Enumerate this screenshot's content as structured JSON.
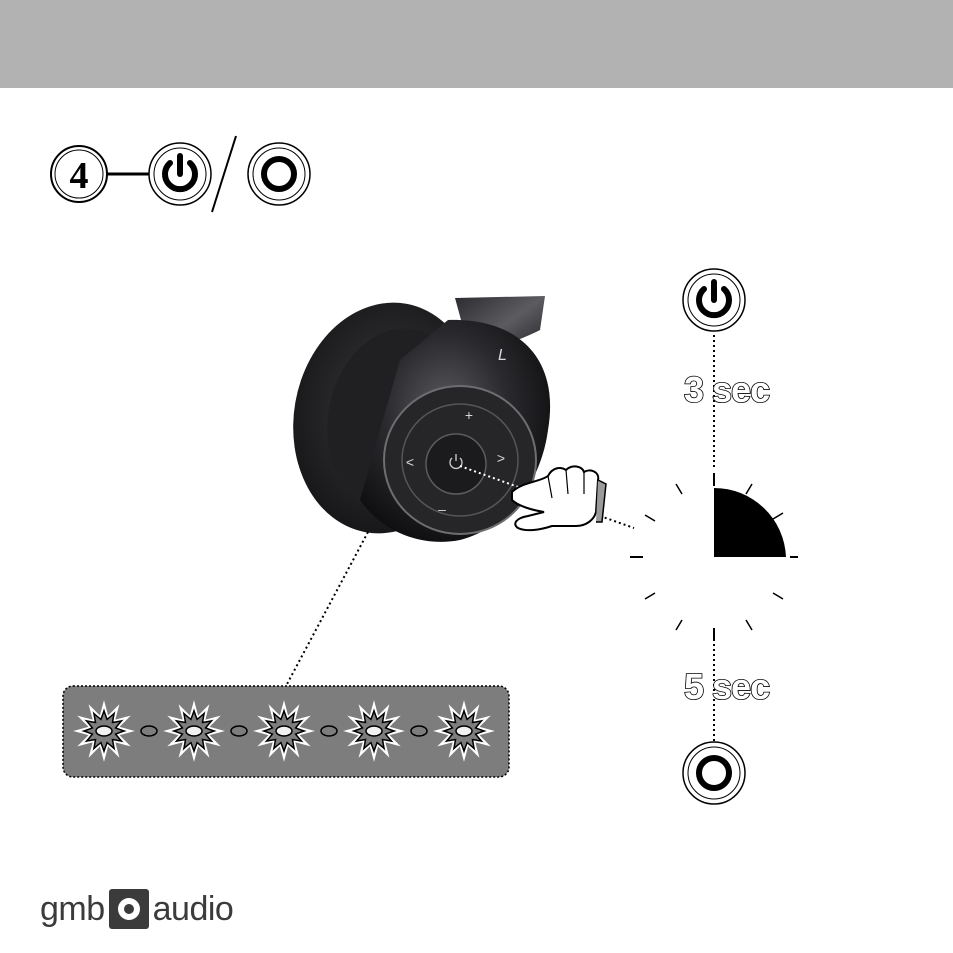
{
  "step": {
    "number": "4"
  },
  "timer": {
    "power_on_duration": "3 sec",
    "power_off_duration": "5 sec"
  },
  "headphone": {
    "side_label": "L",
    "buttons": {
      "volume_up": "+",
      "volume_down": "–",
      "previous": "<",
      "next": ">"
    }
  },
  "led_indicator": {
    "pattern": [
      "flash",
      "off",
      "flash",
      "off",
      "flash",
      "off",
      "flash",
      "off",
      "flash"
    ]
  },
  "brand": {
    "left_text": "gmb",
    "right_text": "audio"
  },
  "icons": [
    "power-icon",
    "power-off-ring-icon",
    "pointing-hand-icon",
    "led-flash-icon",
    "led-off-icon",
    "clock-dial-icon"
  ],
  "colors": {
    "header": "#b2b2b2",
    "panel": "#7d7d7d",
    "ink": "#000000"
  }
}
